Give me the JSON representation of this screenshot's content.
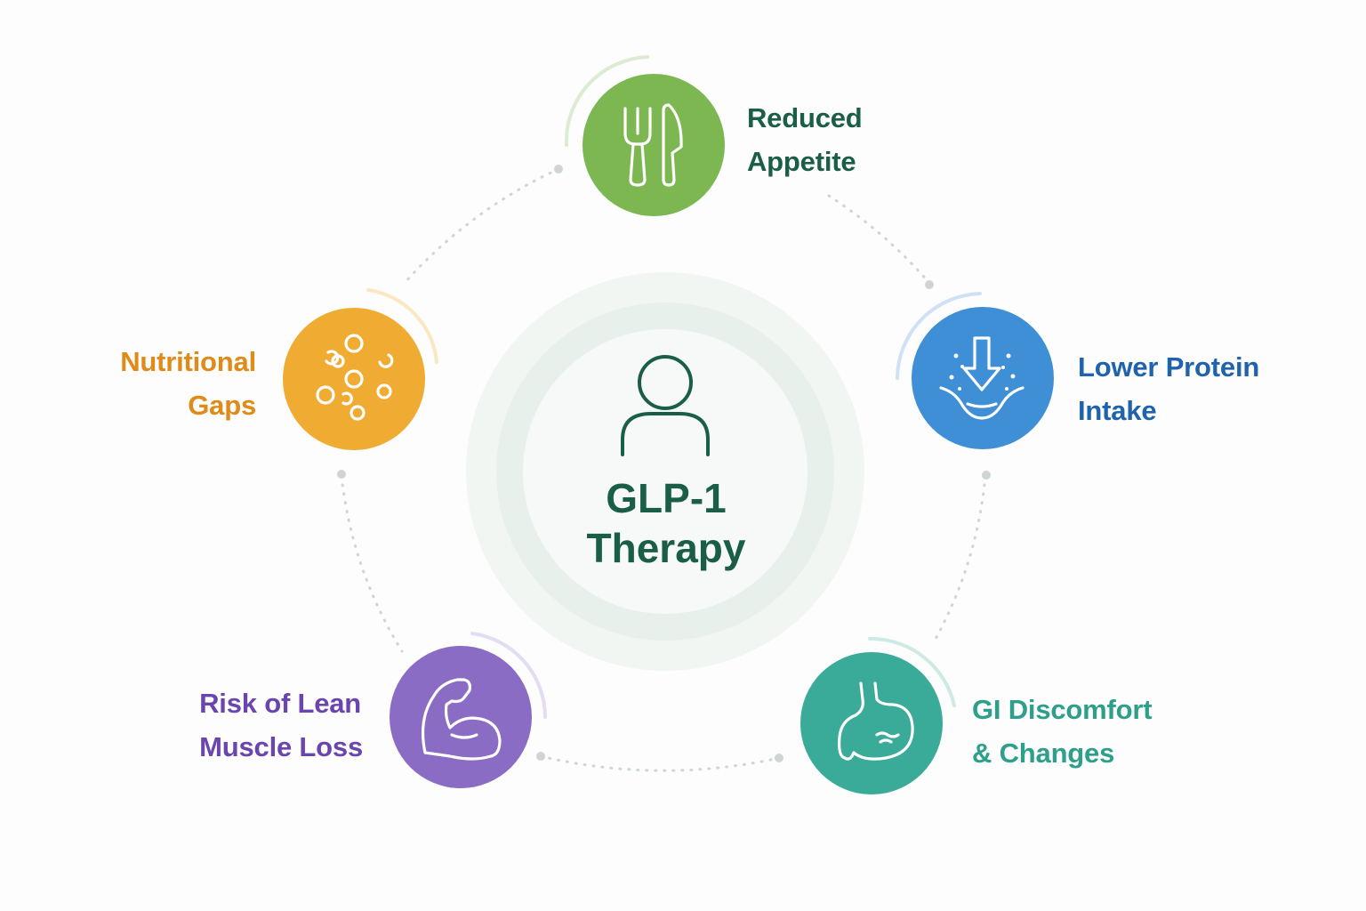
{
  "center": {
    "line1": "GLP-1",
    "line2": "Therapy",
    "color": "#1a5e48",
    "icon": "person-icon"
  },
  "nodes": [
    {
      "id": "reduced-appetite",
      "lines": [
        "Reduced",
        "Appetite"
      ],
      "color": "#7cb752",
      "text_color": "#1a5e48",
      "icon": "fork-knife-icon"
    },
    {
      "id": "lower-protein-intake",
      "lines": [
        "Lower Protein",
        "Intake"
      ],
      "color": "#3f8fd6",
      "text_color": "#1f62ad",
      "icon": "down-arrow-bowl-icon"
    },
    {
      "id": "gi-discomfort",
      "lines": [
        "GI Discomfort",
        "& Changes"
      ],
      "color": "#3aab98",
      "text_color": "#2e9f8a",
      "icon": "stomach-icon"
    },
    {
      "id": "lean-muscle-loss",
      "lines": [
        "Risk of Lean",
        "Muscle Loss"
      ],
      "color": "#8a6cc4",
      "text_color": "#6a45b0",
      "icon": "flexed-arm-icon"
    },
    {
      "id": "nutritional-gaps",
      "lines": [
        "Nutritional",
        "Gaps"
      ],
      "color": "#f0ab32",
      "text_color": "#e08a18",
      "icon": "scattered-circles-icon"
    }
  ]
}
